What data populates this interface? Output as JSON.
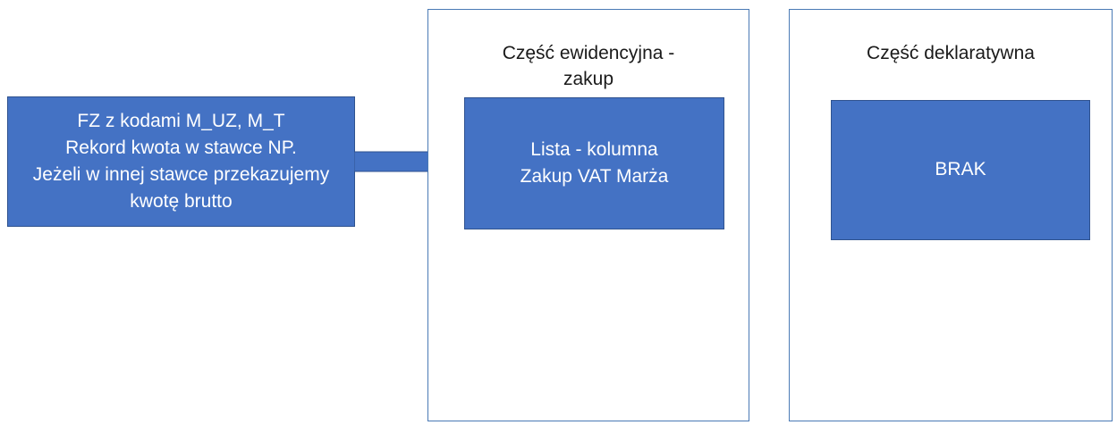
{
  "source_box": {
    "text": "FZ z kodami M_UZ, M_T\nRekord kwota w stawce NP.\nJeżeli w innej stawce przekazujemy\nkwotę brutto"
  },
  "evidence_panel": {
    "title": "Część ewidencyjna -\nzakup",
    "box_text": "Lista - kolumna\nZakup VAT Marża"
  },
  "declaration_panel": {
    "title": "Część deklaratywna",
    "box_text": "BRAK"
  },
  "colors": {
    "box_fill": "#4472c4",
    "box_border": "#2f528f",
    "panel_border": "#4a7ab5",
    "text_light": "#ffffff",
    "text_dark": "#1a1a1a"
  }
}
